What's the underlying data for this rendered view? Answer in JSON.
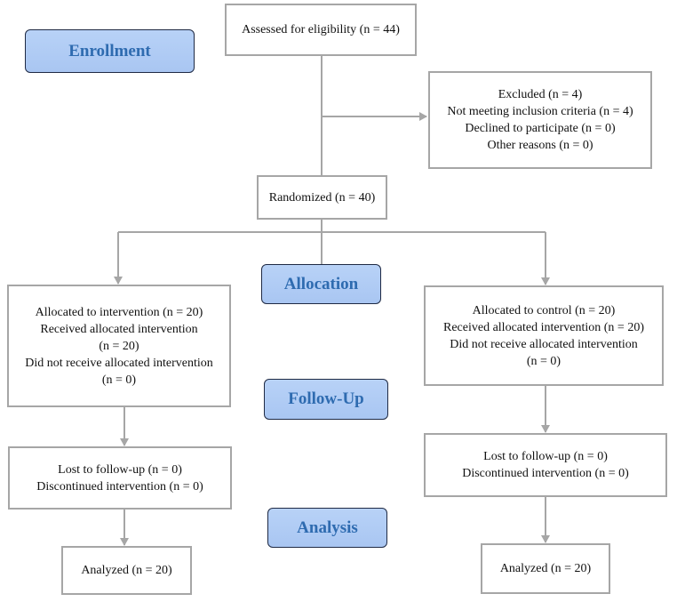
{
  "stages": {
    "enrollment": "Enrollment",
    "allocation": "Allocation",
    "follow_up": "Follow-Up",
    "analysis": "Analysis"
  },
  "assessed": "Assessed for eligibility (n = 44)",
  "excluded": {
    "lines": [
      "Excluded (n = 4)",
      "Not meeting inclusion criteria (n = 4)",
      "Declined to participate (n = 0)",
      "Other reasons (n = 0)"
    ]
  },
  "randomized": "Randomized (n = 40)",
  "intervention": {
    "allocation": [
      "Allocated to intervention (n = 20)",
      "Received allocated intervention",
      "(n = 20)",
      "Did not receive allocated intervention",
      "(n = 0)"
    ],
    "follow_up": [
      "Lost to follow-up (n = 0)",
      "Discontinued intervention (n = 0)"
    ],
    "analyzed": "Analyzed (n = 20)"
  },
  "control": {
    "allocation": [
      "Allocated to control (n = 20)",
      "Received allocated intervention (n = 20)",
      "Did not receive allocated intervention",
      "(n = 0)"
    ],
    "follow_up": [
      "Lost to follow-up (n = 0)",
      "Discontinued intervention (n = 0)"
    ],
    "analyzed": "Analyzed (n = 20)"
  }
}
